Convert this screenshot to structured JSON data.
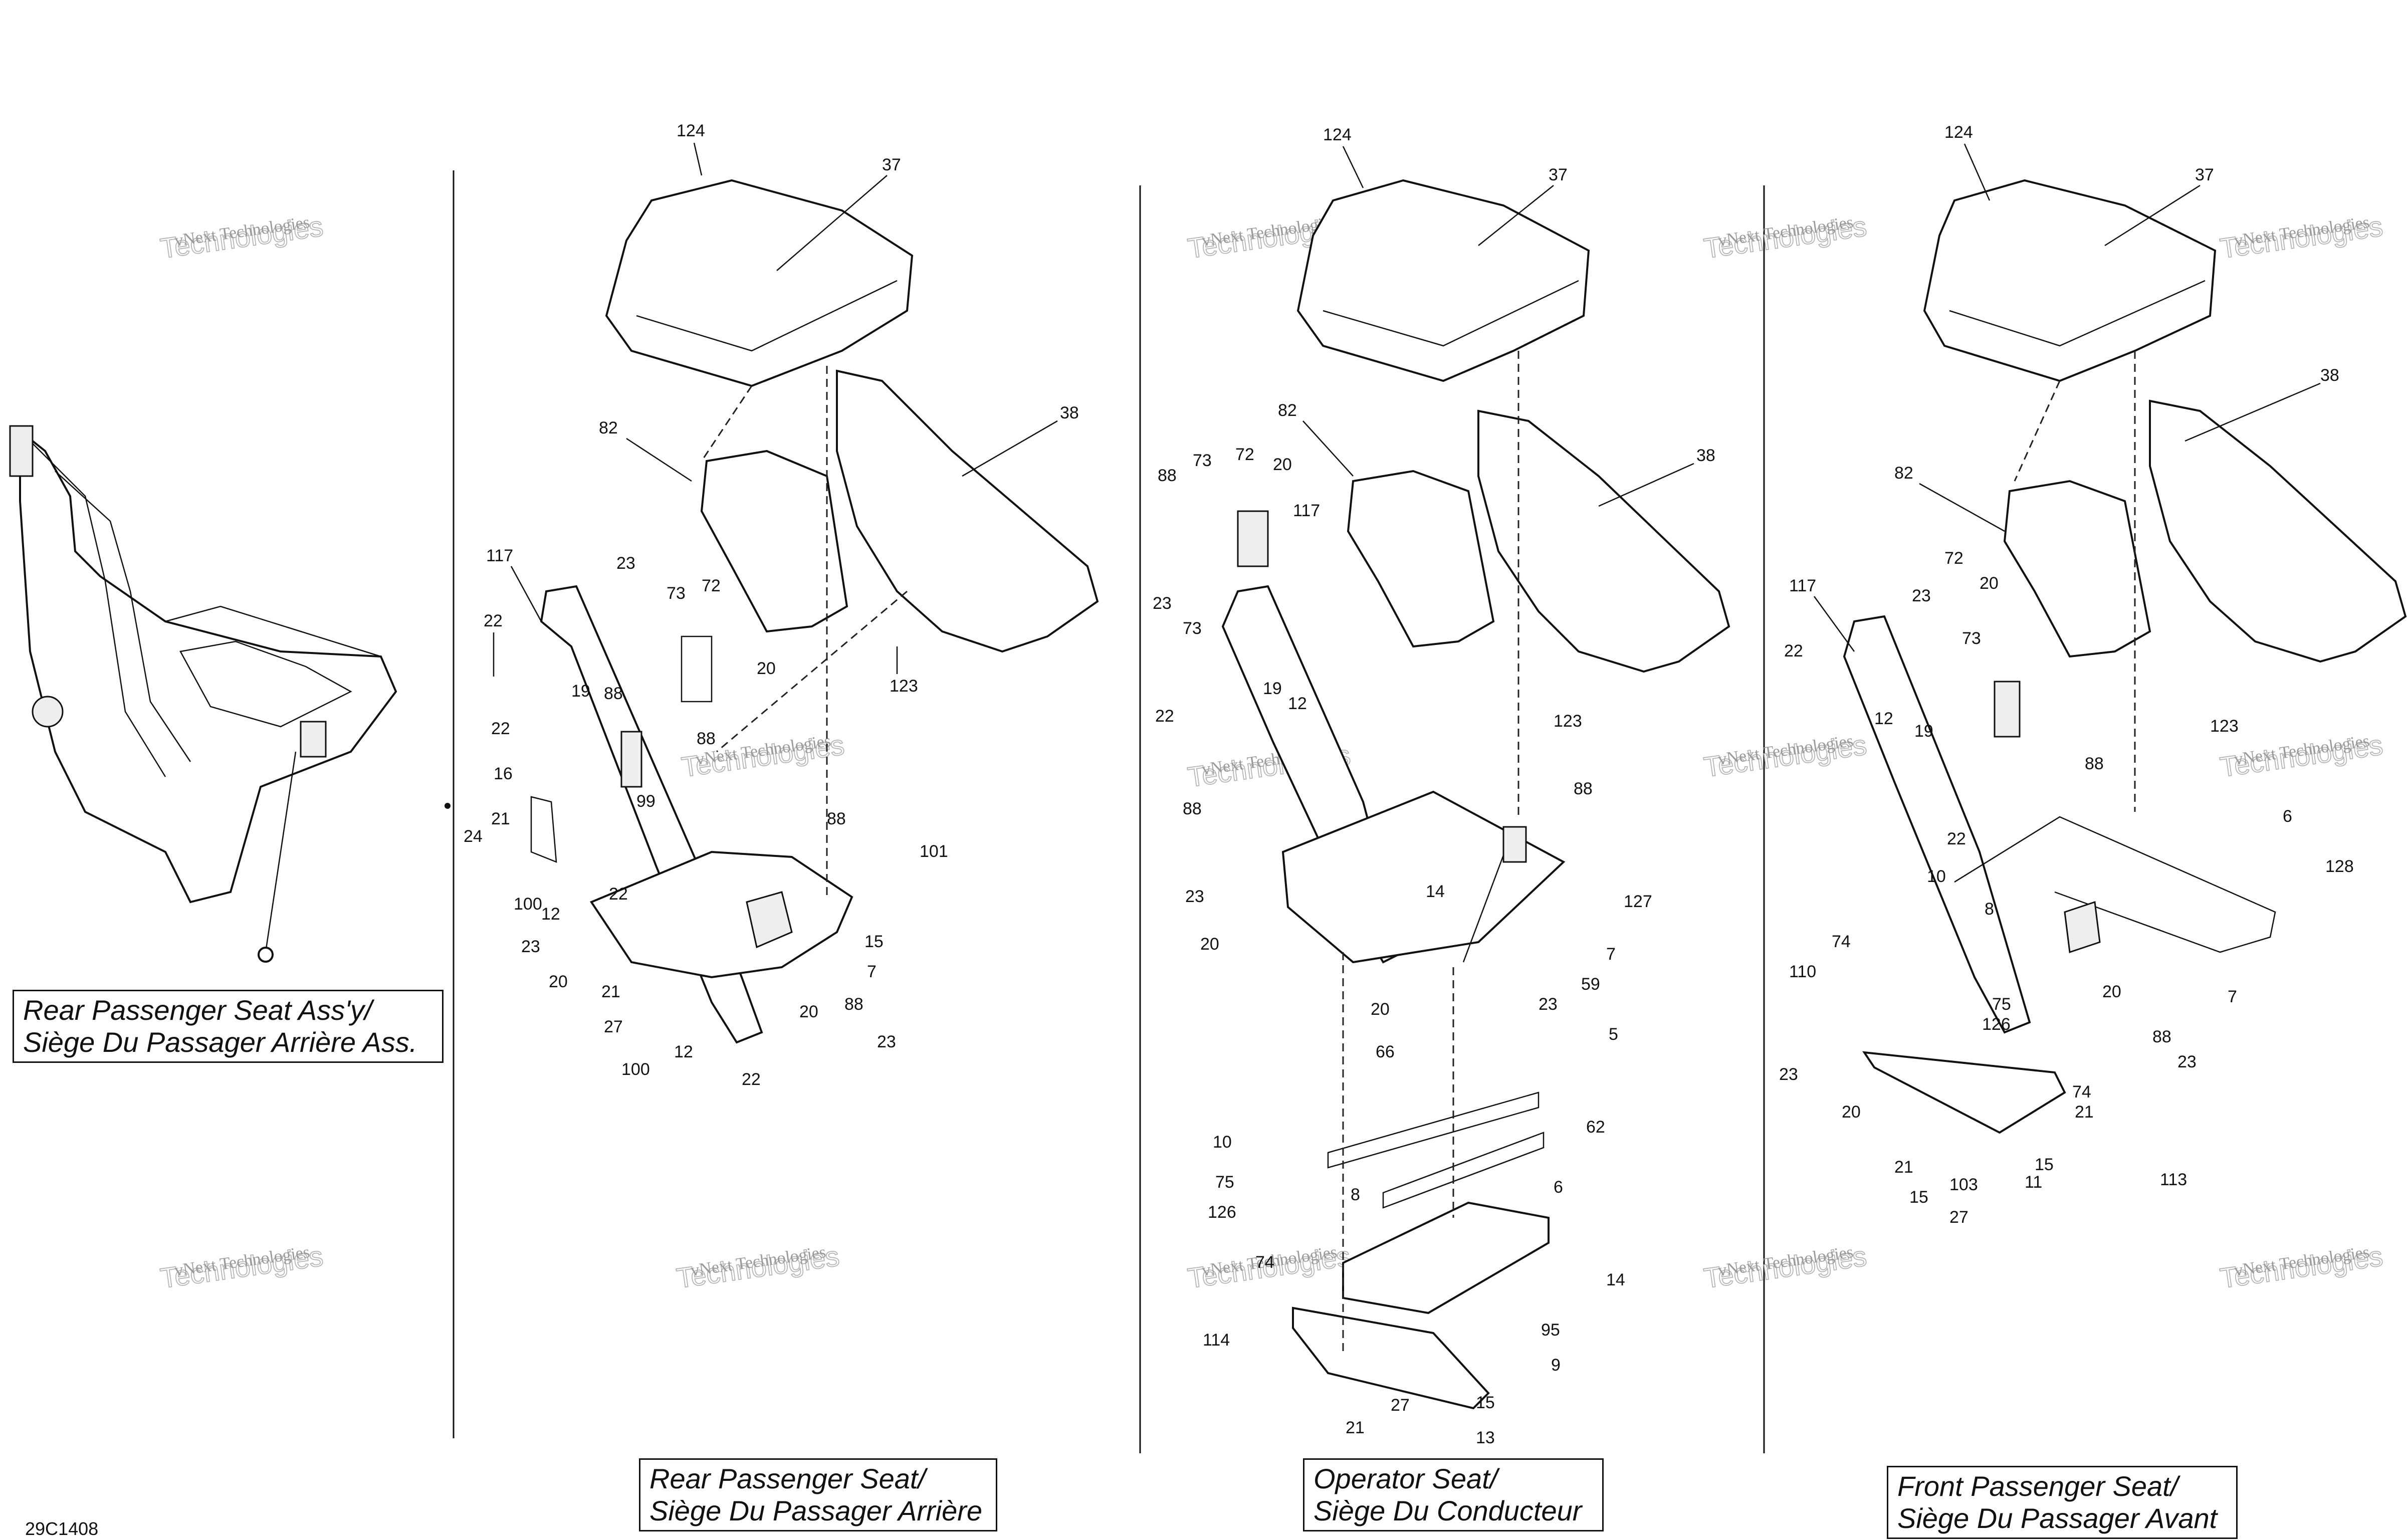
{
  "diagram_code": "29C1408",
  "watermark": {
    "line1": "vNext Technologies",
    "line2": "Technologies"
  },
  "captions": [
    {
      "line1": "Rear Passenger Seat Ass'y/",
      "line2": "Siège Du Passager Arrière Ass."
    },
    {
      "line1": "Rear Passenger Seat/",
      "line2": "Siège Du Passager Arrière"
    },
    {
      "line1": "Operator Seat/",
      "line2": "Siège Du Conducteur"
    },
    {
      "line1": "Front Passenger Seat/",
      "line2": "Siège Du Passager Avant"
    }
  ],
  "callouts": {
    "rear": [
      "124",
      "37",
      "82",
      "38",
      "117",
      "22",
      "23",
      "73",
      "72",
      "20",
      "19",
      "88",
      "88",
      "22",
      "99",
      "16",
      "21",
      "24",
      "100",
      "12",
      "22",
      "23",
      "20",
      "21",
      "27",
      "88",
      "101",
      "15",
      "7",
      "20",
      "88",
      "23",
      "12",
      "100",
      "22",
      "123"
    ],
    "operator": [
      "124",
      "37",
      "82",
      "38",
      "88",
      "73",
      "72",
      "20",
      "117",
      "23",
      "73",
      "22",
      "19",
      "12",
      "88",
      "23",
      "14",
      "127",
      "88",
      "20",
      "7",
      "59",
      "123",
      "20",
      "23",
      "66",
      "5",
      "62",
      "10",
      "75",
      "6",
      "126",
      "8",
      "74",
      "14",
      "95",
      "114",
      "9",
      "27",
      "15",
      "21",
      "13"
    ],
    "front": [
      "124",
      "37",
      "82",
      "38",
      "117",
      "72",
      "20",
      "22",
      "23",
      "73",
      "12",
      "19",
      "123",
      "6",
      "88",
      "128",
      "22",
      "10",
      "74",
      "8",
      "110",
      "75",
      "126",
      "7",
      "20",
      "88",
      "23",
      "23",
      "20",
      "21",
      "74",
      "21",
      "15",
      "103",
      "15",
      "11",
      "113",
      "27"
    ]
  }
}
